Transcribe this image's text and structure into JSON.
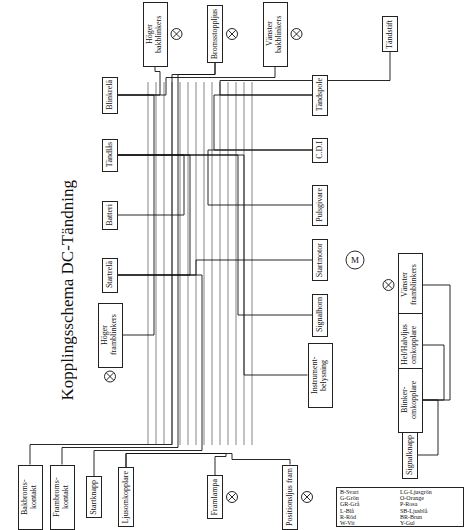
{
  "diagram": {
    "title": "Kopplingsschema DC-Tändning",
    "nodes": [
      {
        "text": [
          "Höger bakblinkers"
        ]
      },
      {
        "text": [
          "Bromsstoppljus"
        ]
      },
      {
        "text": [
          "Vänster bakblinkers"
        ]
      },
      {
        "text": [
          "Tändstift"
        ]
      },
      {
        "text": [
          "Blinkrelä"
        ]
      },
      {
        "text": [
          "Tändspole"
        ]
      },
      {
        "text": [
          "C.D.I"
        ]
      },
      {
        "text": [
          "Tändlås"
        ]
      },
      {
        "text": [
          "Pulsgivare"
        ]
      },
      {
        "text": [
          "Batteri"
        ]
      },
      {
        "text": [
          "Startmotor"
        ]
      },
      {
        "text": [
          "Startrelä"
        ]
      },
      {
        "text": [
          "Vänster framblinkers"
        ]
      },
      {
        "text": [
          "Signalhorn"
        ]
      },
      {
        "text": [
          "Höger framblinkers"
        ]
      },
      {
        "text": [
          "Hel/Halvljus omkopplare"
        ]
      },
      {
        "text": [
          "Instrument-belysning"
        ]
      },
      {
        "text": [
          "Blinker-omkopplare"
        ]
      },
      {
        "text": [
          "Signalknapp"
        ]
      },
      {
        "text": [
          "Bakbroms-kontakt"
        ]
      },
      {
        "text": [
          "Frambroms-kontakt"
        ]
      },
      {
        "text": [
          "Startknapp"
        ]
      },
      {
        "text": [
          "Ljusomkopplare"
        ]
      },
      {
        "text": [
          "Framlampa"
        ]
      },
      {
        "text": [
          "Positionsljus fram"
        ]
      }
    ],
    "edges": [
      {
        "from": 4,
        "to": 0,
        "arrow": "none"
      },
      {
        "from": 4,
        "to": 2,
        "arrow": "none"
      },
      {
        "from": 19,
        "to": 1,
        "arrow": "none"
      },
      {
        "from": 20,
        "to": 1,
        "arrow": "none"
      },
      {
        "from": 9,
        "to": 7,
        "arrow": "none"
      },
      {
        "from": 7,
        "to": 11,
        "arrow": "none"
      },
      {
        "from": 11,
        "to": 10,
        "arrow": "none"
      },
      {
        "from": 21,
        "to": 11,
        "arrow": "none"
      },
      {
        "from": 8,
        "to": 6,
        "arrow": "none"
      },
      {
        "from": 6,
        "to": 5,
        "arrow": "none"
      },
      {
        "from": 5,
        "to": 3,
        "arrow": "none"
      },
      {
        "from": 22,
        "to": 23,
        "arrow": "none"
      },
      {
        "from": 22,
        "to": 24,
        "arrow": "none"
      },
      {
        "from": 7,
        "to": 13,
        "arrow": "none"
      },
      {
        "from": 7,
        "to": 16,
        "arrow": "none"
      },
      {
        "from": 14,
        "to": 4,
        "arrow": "none"
      },
      {
        "from": 12,
        "to": 17,
        "arrow": "none"
      },
      {
        "from": 15,
        "to": 17,
        "arrow": "none"
      },
      {
        "from": 18,
        "to": 17,
        "arrow": "none"
      }
    ],
    "labels": [
      "M",
      "B-Svart",
      "LG-Ljusgrön",
      "G-Grön",
      "O-Orange",
      "GR-Grå",
      "P-Rosa",
      "L-Blå",
      "SB-Ljusblå",
      "R-Röd",
      "BR-Brun",
      "W-Vit",
      "Y-Gul"
    ]
  }
}
